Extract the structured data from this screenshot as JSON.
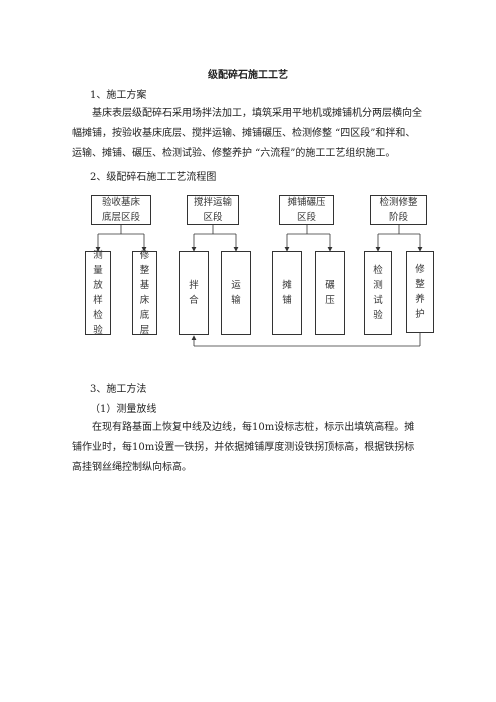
{
  "title": "级配碎石施工工艺",
  "section1": {
    "heading": "1、施工方案",
    "paragraph": "基床表层级配碎石采用场拌法加工，填筑采用平地机或摊铺机分两层横向全幅摊铺，按验收基床底层、搅拌运输、摊铺碾压、检测修整 “四区段”和拌和、运输、摊铺、碾压、检测试验、修整养护 “六流程”的施工工艺组织施工。"
  },
  "section2": {
    "heading": "2、级配碎石施工工艺流程图",
    "stages": [
      {
        "label": "验收基床底层区段"
      },
      {
        "label": "搅拌运输区段"
      },
      {
        "label": "摊铺碾压区段"
      },
      {
        "label": "检测修整阶段"
      }
    ],
    "steps": [
      {
        "label": "测量放样检验"
      },
      {
        "label": "修整基床底层"
      },
      {
        "label": "拌合"
      },
      {
        "label": "运输"
      },
      {
        "label": "摊铺"
      },
      {
        "label": "碾压"
      },
      {
        "label": "检测试验"
      },
      {
        "label": "修整养护"
      }
    ]
  },
  "section3": {
    "heading": "3、施工方法",
    "subheading": "（1）测量放线",
    "paragraph": "在现有路基面上恢复中线及边线，每10m设标志桩，标示出填筑高程。摊铺作业时，每10m设置一铁拐，并依据摊铺厚度测设铁拐顶标高，根据铁拐标高挂钢丝绳控制纵向标高。"
  }
}
